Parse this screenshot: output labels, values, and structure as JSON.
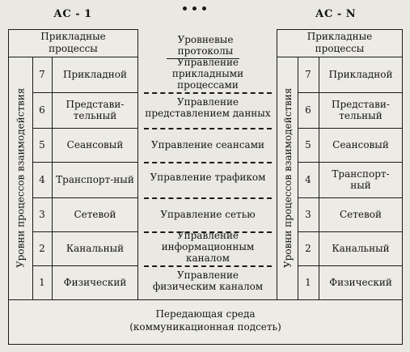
{
  "left_station": {
    "title": "АС - 1"
  },
  "right_station": {
    "title": "АС - N"
  },
  "applied_processes": "Прикладные процессы",
  "vertical_label": "Уровни процессов взаимодействия",
  "protocols_header": "Уровневые протоколы",
  "layers": [
    {
      "num": "7",
      "name": "Прикладной"
    },
    {
      "num": "6",
      "name": "Представи-тельный"
    },
    {
      "num": "5",
      "name": "Сеансовый"
    },
    {
      "num": "4",
      "name": "Транспорт-ный"
    },
    {
      "num": "3",
      "name": "Сетевой"
    },
    {
      "num": "2",
      "name": "Канальный"
    },
    {
      "num": "1",
      "name": "Физический"
    }
  ],
  "protocols": [
    "Управление прикладными процессами",
    "Управление представлением данных",
    "Управление сеансами",
    "Управление трафиком",
    "Управление сетью",
    "Управление информационным каналом",
    "Управление физическим каналом"
  ],
  "medium": {
    "line1": "Передающая среда",
    "line2": "(коммуникационная подсеть)"
  }
}
